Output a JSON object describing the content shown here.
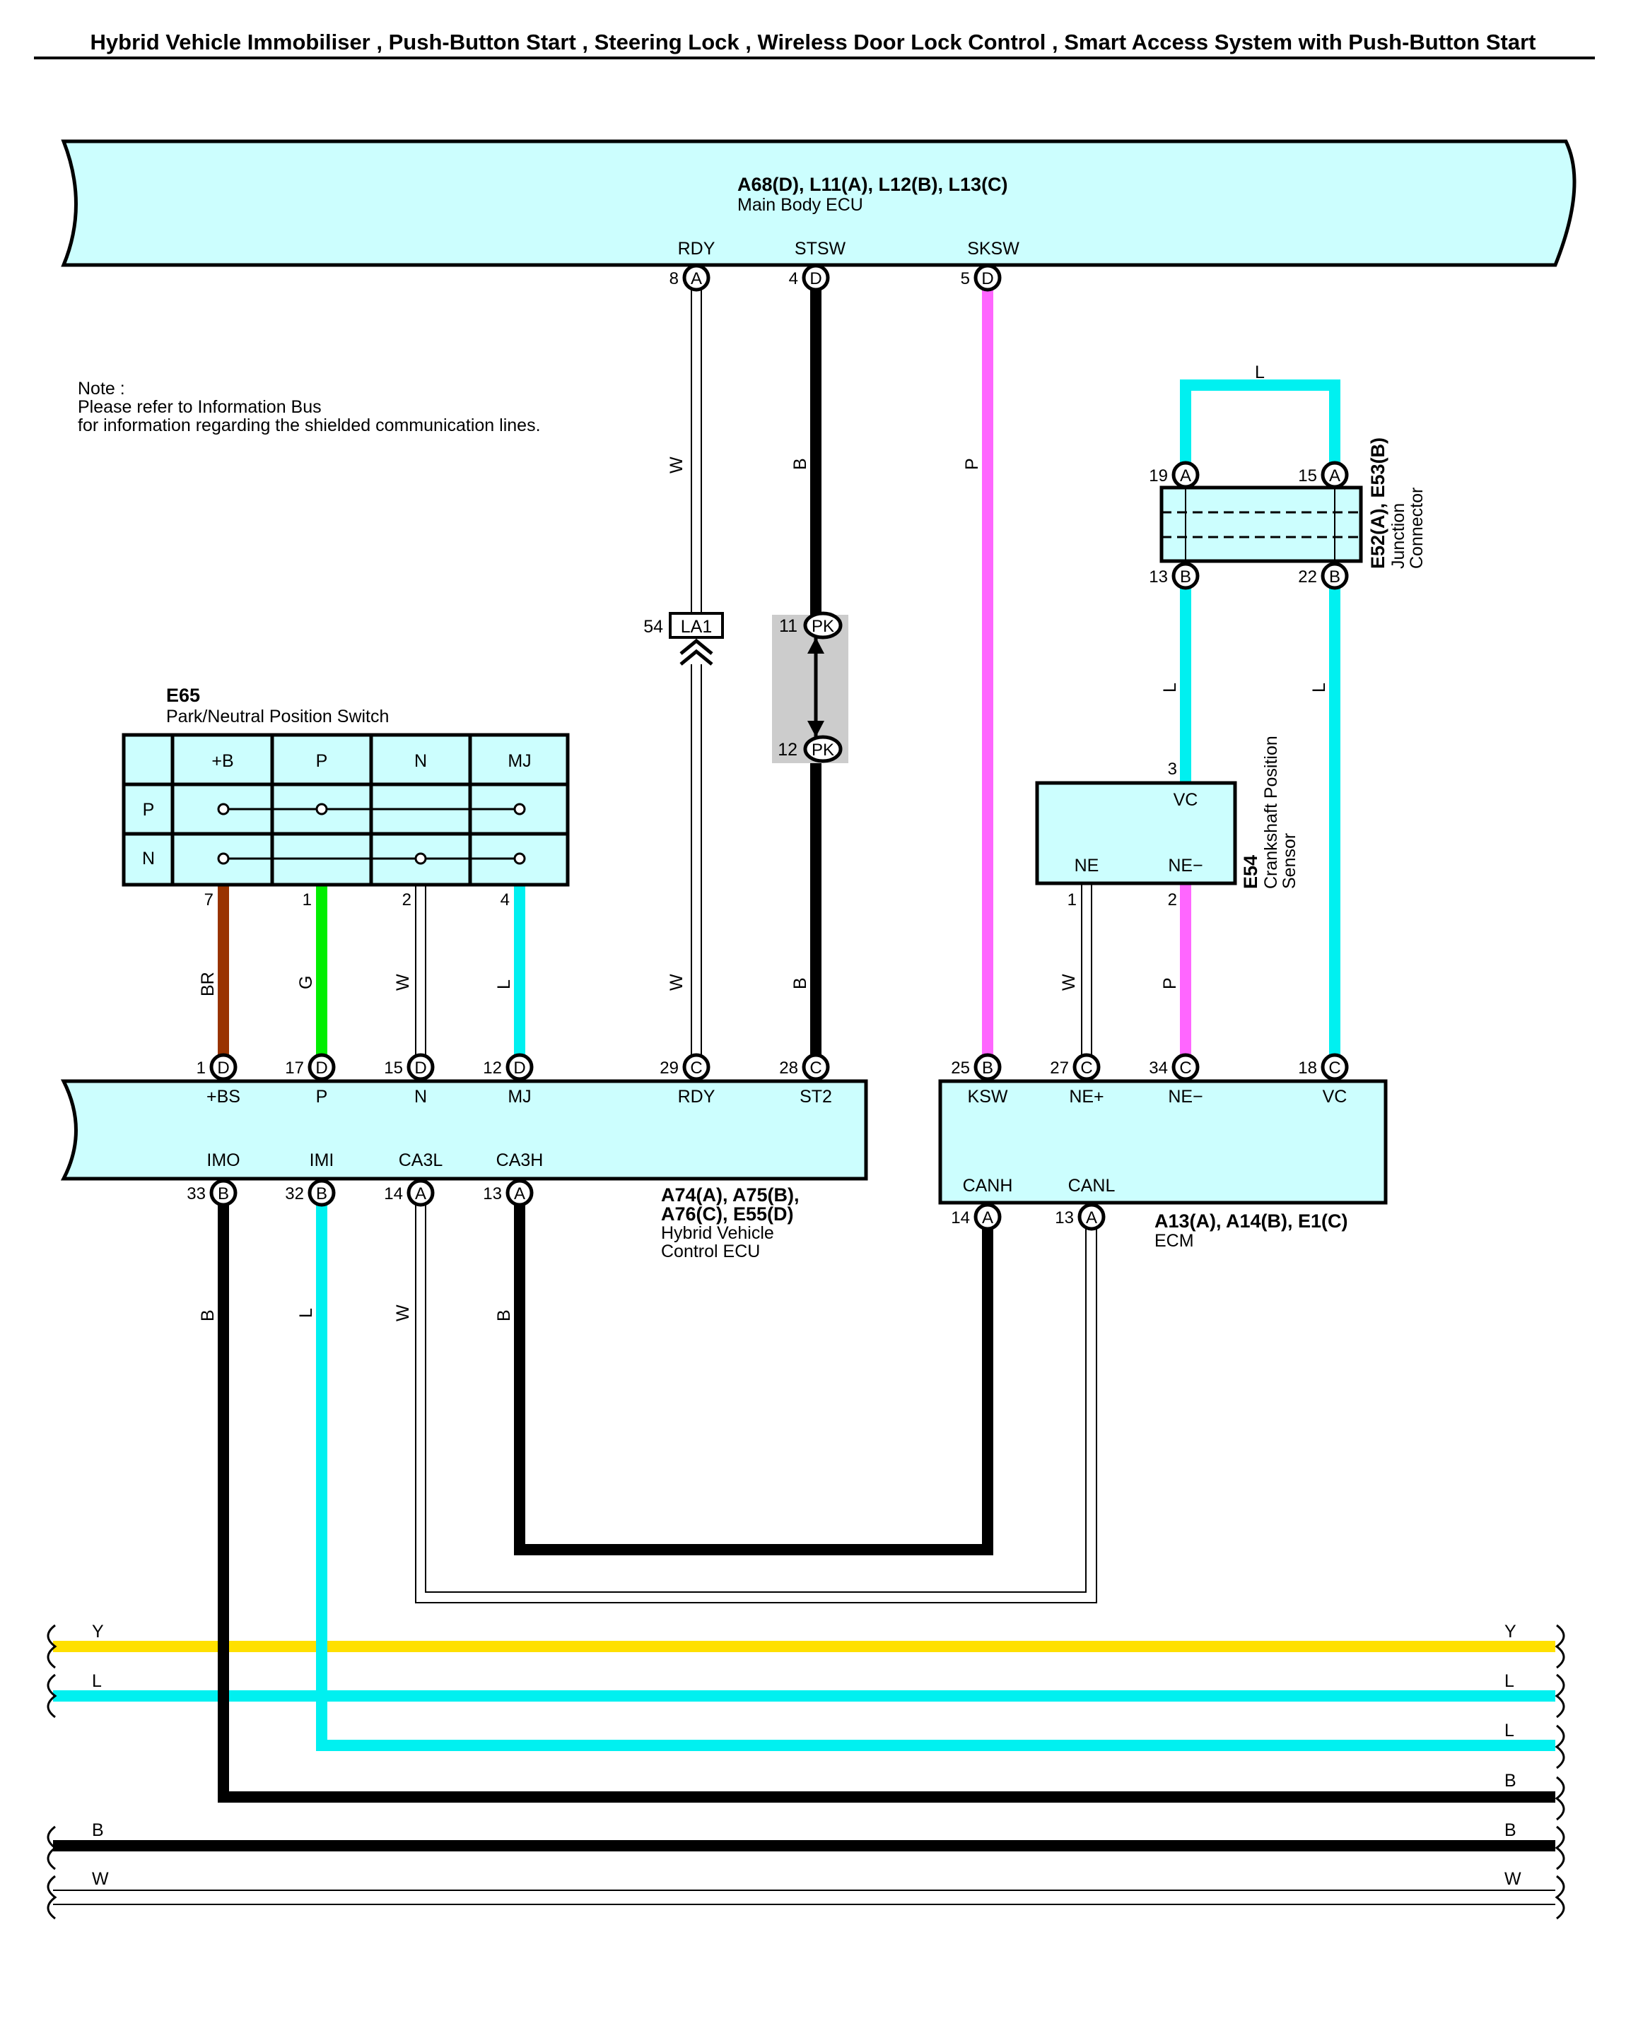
{
  "title": "Hybrid Vehicle Immobiliser , Push-Button Start , Steering Lock , Wireless Door Lock Control , Smart Access System with Push-Button Start",
  "colors": {
    "box_fill": "#ccfefe",
    "wire_black": "#000000",
    "wire_blue_L": "#00f0f0",
    "wire_pink_P": "#ff66ff",
    "wire_green_G": "#00ee00",
    "wire_brown_BR": "#993300",
    "wire_yellow_Y": "#ffe000",
    "connector_shade": "#cccccc"
  },
  "note": {
    "line1": "Note :",
    "line2": "Please refer to Information Bus",
    "line3": "for information regarding the shielded communication lines."
  },
  "main_body_ecu": {
    "code": "A68(D), L11(A), L12(B), L13(C)",
    "name": "Main Body ECU",
    "terminals": [
      "RDY",
      "STSW",
      "SKSW"
    ],
    "pins": [
      {
        "num": "8",
        "conn": "A"
      },
      {
        "num": "4",
        "conn": "D"
      },
      {
        "num": "5",
        "conn": "D"
      }
    ]
  },
  "junction_connector": {
    "code": "E52(A), E53(B)",
    "name_line1": "Junction",
    "name_line2": "Connector",
    "pins": [
      {
        "num": "19",
        "conn": "A"
      },
      {
        "num": "15",
        "conn": "A"
      },
      {
        "num": "13",
        "conn": "B"
      },
      {
        "num": "22",
        "conn": "B"
      }
    ],
    "top_wire": "L"
  },
  "inline_connectors": {
    "la1": {
      "pin": "54",
      "label": "LA1"
    },
    "pk_top": {
      "pin": "11",
      "label": "PK"
    },
    "pk_bottom": {
      "pin": "12",
      "label": "PK"
    }
  },
  "park_neutral_switch": {
    "code": "E65",
    "name": "Park/Neutral Position Switch",
    "columns": [
      "+B",
      "P",
      "N",
      "MJ"
    ],
    "rows": [
      "P",
      "N"
    ],
    "pins": [
      "7",
      "1",
      "2",
      "4"
    ]
  },
  "crankshaft_sensor": {
    "code": "E54",
    "name_line1": "Crankshaft Position",
    "name_line2": "Sensor",
    "terminals": [
      "VC",
      "NE",
      "NE−"
    ],
    "pins": [
      "3",
      "1",
      "2"
    ]
  },
  "hybrid_ecu": {
    "code_line1": "A74(A), A75(B),",
    "code_line2": "A76(C), E55(D)",
    "name_line1": "Hybrid Vehicle",
    "name_line2": "Control ECU",
    "top_terminals": [
      "+BS",
      "P",
      "N",
      "MJ",
      "RDY",
      "ST2"
    ],
    "top_pins": [
      {
        "num": "1",
        "conn": "D"
      },
      {
        "num": "17",
        "conn": "D"
      },
      {
        "num": "15",
        "conn": "D"
      },
      {
        "num": "12",
        "conn": "D"
      },
      {
        "num": "29",
        "conn": "C"
      },
      {
        "num": "28",
        "conn": "C"
      }
    ],
    "bottom_terminals": [
      "IMO",
      "IMI",
      "CA3L",
      "CA3H"
    ],
    "bottom_pins": [
      {
        "num": "33",
        "conn": "B"
      },
      {
        "num": "32",
        "conn": "B"
      },
      {
        "num": "14",
        "conn": "A"
      },
      {
        "num": "13",
        "conn": "A"
      }
    ]
  },
  "ecm": {
    "code": "A13(A), A14(B), E1(C)",
    "name": "ECM",
    "top_terminals": [
      "KSW",
      "NE+",
      "NE−",
      "VC"
    ],
    "top_pins": [
      {
        "num": "25",
        "conn": "B"
      },
      {
        "num": "27",
        "conn": "C"
      },
      {
        "num": "34",
        "conn": "C"
      },
      {
        "num": "18",
        "conn": "C"
      }
    ],
    "bottom_terminals": [
      "CANH",
      "CANL"
    ],
    "bottom_pins": [
      {
        "num": "14",
        "conn": "A"
      },
      {
        "num": "13",
        "conn": "A"
      }
    ]
  },
  "wire_colors": {
    "rdy_upper": "W",
    "stsw_upper": "B",
    "sksw": "P",
    "junction_left": "L",
    "junction_right": "L",
    "switch_b": "BR",
    "switch_p": "G",
    "switch_n": "W",
    "switch_mj": "L",
    "rdy_lower": "W",
    "st2_lower": "B",
    "ne_plus": "W",
    "ne_minus": "P",
    "imo": "B",
    "imi": "L",
    "ca3l": "W",
    "ca3h": "B"
  },
  "bus_lines": {
    "y_left": "Y",
    "y_right": "Y",
    "l1_left": "L",
    "l1_right": "L",
    "l2_right": "L",
    "b1_right": "B",
    "b2_left": "B",
    "b2_right": "B",
    "w_left": "W",
    "w_right": "W"
  }
}
